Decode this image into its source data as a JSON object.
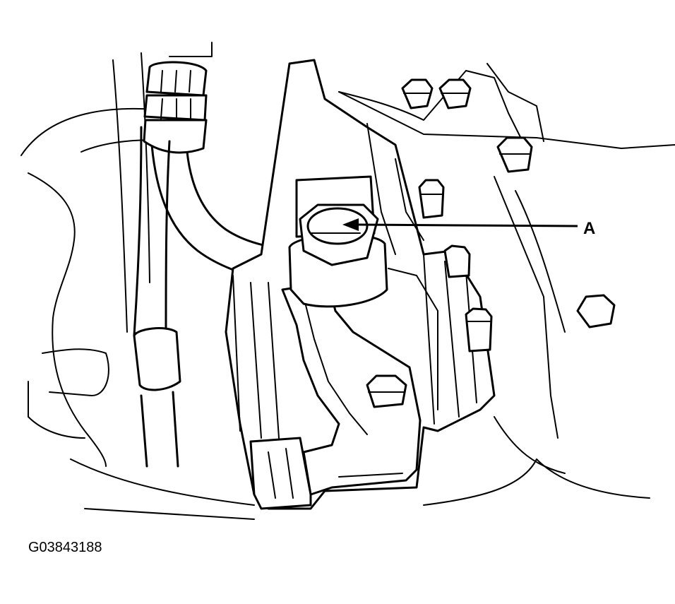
{
  "diagram": {
    "callouts": [
      {
        "id": "A",
        "text": "A",
        "target": "banjo-bolt"
      }
    ],
    "figure_code": "G03843188"
  },
  "colors": {
    "line": "#000000",
    "background": "#ffffff"
  }
}
